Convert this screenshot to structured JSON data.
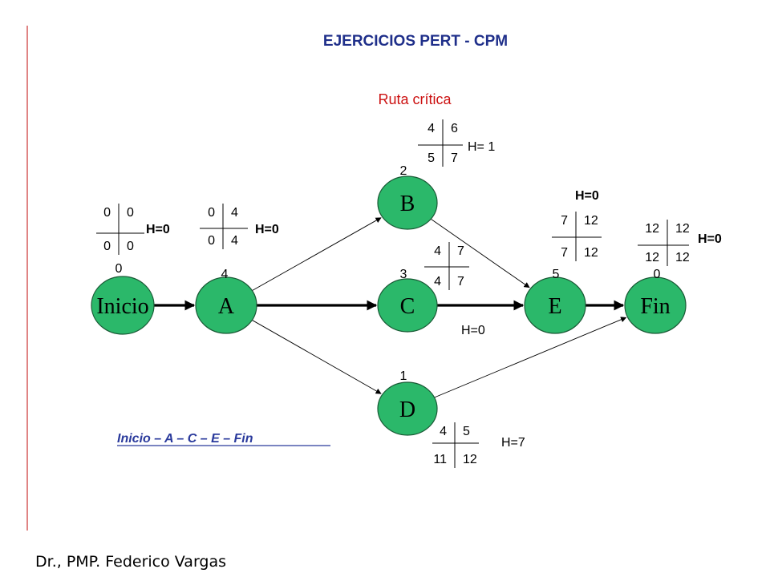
{
  "title": "EJERCICIOS PERT - CPM",
  "critical_label": "Ruta crítica",
  "critical_path": "Inicio – A – C – E – Fin",
  "author": "Dr., PMP. Federico Vargas",
  "colors": {
    "title": "#1f2f8a",
    "critical_label": "#cc1111",
    "path_text": "#2a3a9c",
    "node_fill": "#2bb86a",
    "node_stroke": "#1a5a36",
    "accent_line": "#cc3333"
  },
  "nodes": [
    {
      "id": "inicio",
      "label": "Inicio",
      "duration": "0",
      "slack": "H=0",
      "table": {
        "tl": "0",
        "tr": "0",
        "bl": "0",
        "br": "0"
      }
    },
    {
      "id": "a",
      "label": "A",
      "duration": "4",
      "slack": "H=0",
      "table": {
        "tl": "0",
        "tr": "4",
        "bl": "0",
        "br": "4"
      }
    },
    {
      "id": "b",
      "label": "B",
      "duration": "2",
      "slack": "H= 1",
      "table": {
        "tl": "4",
        "tr": "6",
        "bl": "5",
        "br": "7"
      }
    },
    {
      "id": "c",
      "label": "C",
      "duration": "3",
      "slack": "H=0",
      "table": {
        "tl": "4",
        "tr": "7",
        "bl": "4",
        "br": "7"
      }
    },
    {
      "id": "d",
      "label": "D",
      "duration": "1",
      "slack": "H=7",
      "table": {
        "tl": "4",
        "tr": "5",
        "bl": "11",
        "br": "12"
      }
    },
    {
      "id": "e",
      "label": "E",
      "duration": "5",
      "slack": "H=0",
      "table": {
        "tl": "7",
        "tr": "12",
        "bl": "7",
        "br": "12"
      }
    },
    {
      "id": "fin",
      "label": "Fin",
      "duration": "0",
      "slack": "H=0",
      "table": {
        "tl": "12",
        "tr": "12",
        "bl": "12",
        "br": "12"
      }
    }
  ],
  "edges": [
    {
      "from": "inicio",
      "to": "a",
      "critical": true
    },
    {
      "from": "a",
      "to": "b",
      "critical": false
    },
    {
      "from": "a",
      "to": "c",
      "critical": true
    },
    {
      "from": "a",
      "to": "d",
      "critical": false
    },
    {
      "from": "b",
      "to": "e",
      "critical": false
    },
    {
      "from": "c",
      "to": "e",
      "critical": true
    },
    {
      "from": "d",
      "to": "fin",
      "critical": false
    },
    {
      "from": "e",
      "to": "fin",
      "critical": true
    }
  ]
}
